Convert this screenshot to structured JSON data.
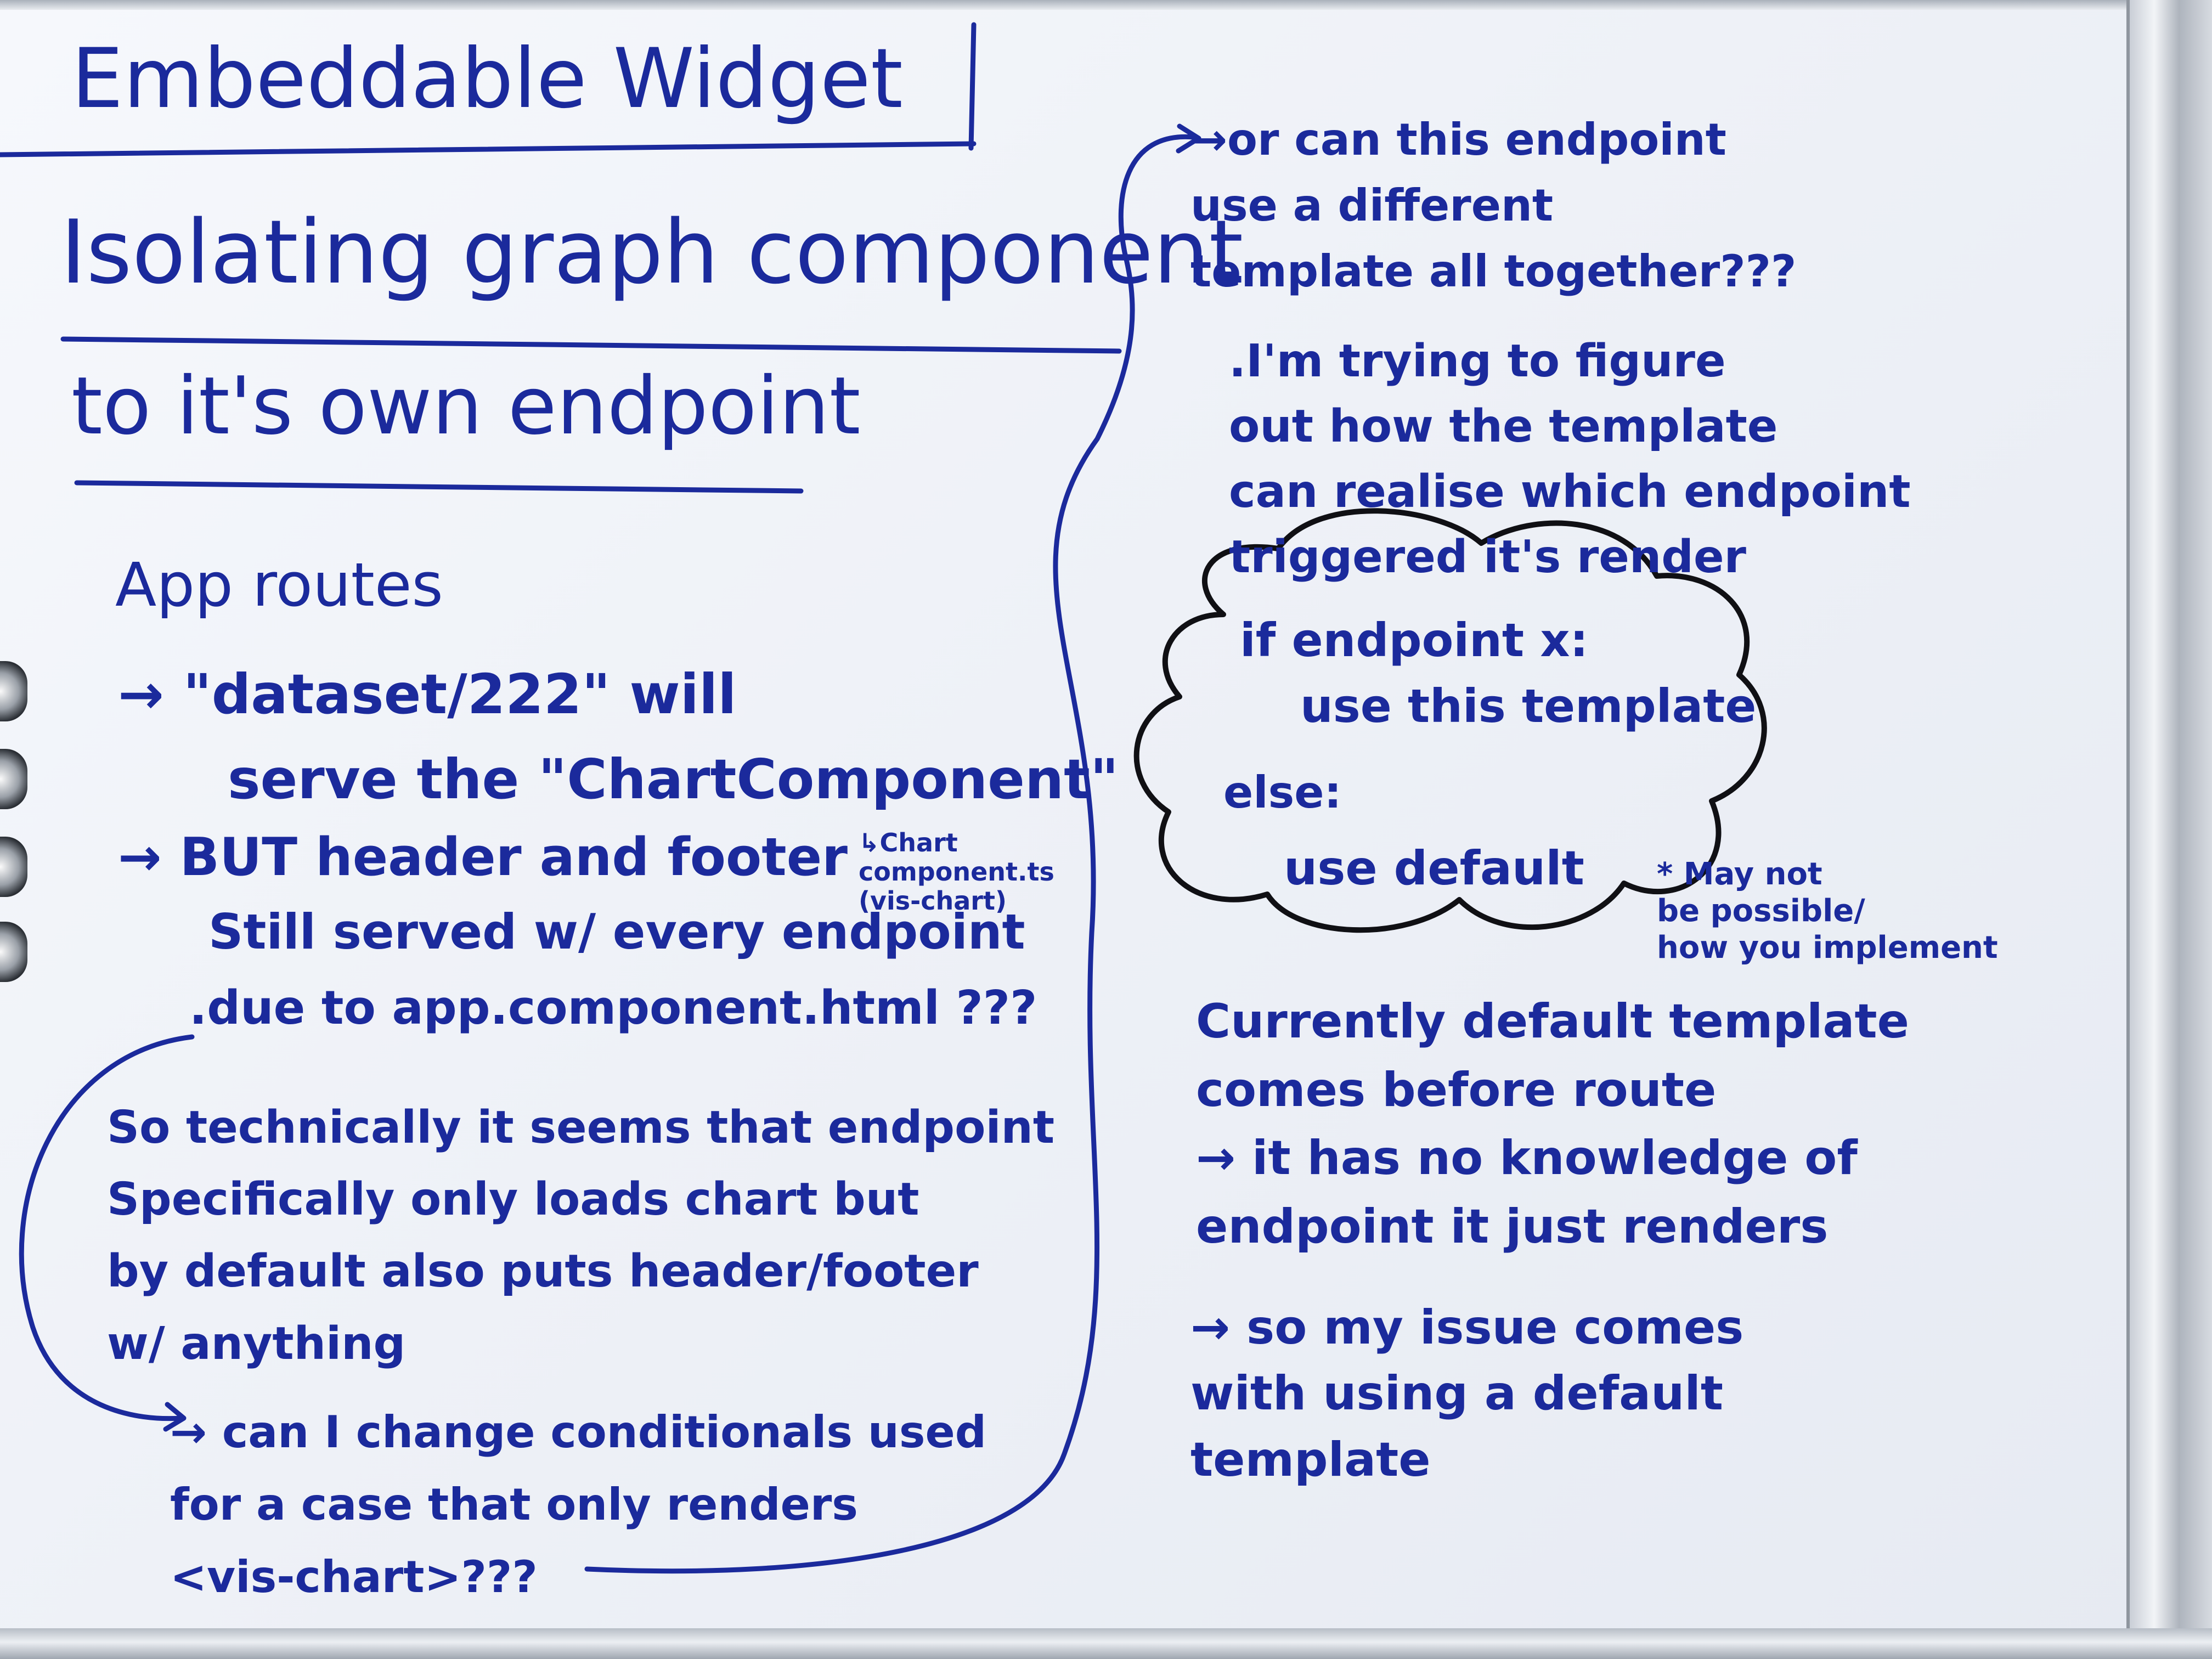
{
  "title": "Embeddable Widget",
  "subtitle_line1": "Isolating graph component",
  "subtitle_line2": "to it's own endpoint",
  "app_routes": {
    "heading": "App routes",
    "l1": "→ \"dataset/222\" will",
    "l2": "serve the \"ChartComponent\"",
    "l3": "→ BUT header and footer",
    "l4": "Still served w/ every endpoint",
    "l5": ".due to app.component.html ???",
    "chart_note": "↳Chart\ncomponent.ts\n(vis-chart)"
  },
  "so_technically": "So technically it seems that endpoint\nSpecifically only loads chart but\nby default also puts header/footer\nw/ anything",
  "conditionals": "→ can I change conditionals used\nfor a case that only renders\n<vis-chart>???",
  "or_can": "→or can this endpoint\nuse a different\ntemplate all together???",
  "trying": ".I'm trying to figure\nout how the template\ncan realise which endpoint\ntriggered it's render",
  "cloud": {
    "line1": "if endpoint x:",
    "line2": "use this template",
    "line3": "else:",
    "line4": "use default"
  },
  "may_not": "* May not\nbe possible/\nhow you implement",
  "currently": "Currently default template\ncomes before route\n→ it has no knowledge of\nendpoint it just renders",
  "issue": "→ so my issue comes\nwith using a default\ntemplate",
  "ink_color": "#1b2a9c"
}
